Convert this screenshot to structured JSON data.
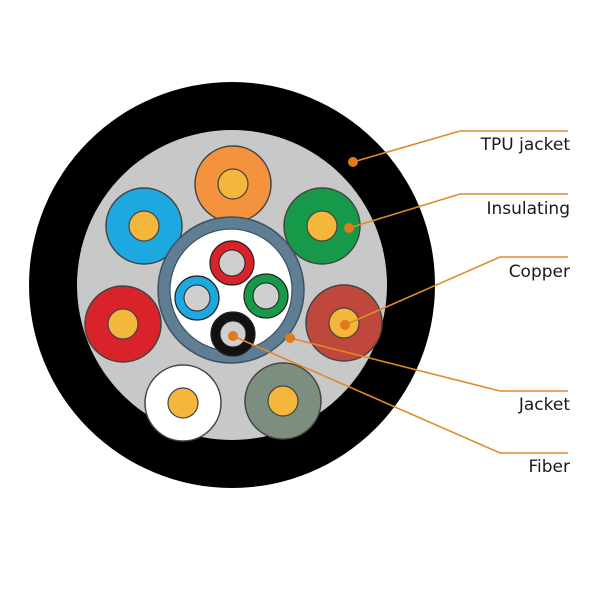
{
  "diagram": {
    "labels": {
      "tpu_jacket": "TPU jacket",
      "insulating": "Insulating",
      "copper": "Copper",
      "jacket": "Jacket",
      "fiber": "Fiber"
    },
    "colors": {
      "outer_jacket": "#000000",
      "filler": "#c8c8c8",
      "inner_jacket": "#5f7d93",
      "fiber_zone": "#ffffff",
      "copper": "#f5b73b",
      "callout_line": "#e08a2a",
      "callout_dot": "#e07a1a",
      "fiber_core": "#cfcfcf"
    },
    "conductors": [
      {
        "name": "orange",
        "color": "#f5923e"
      },
      {
        "name": "green",
        "color": "#17994a"
      },
      {
        "name": "brown-red",
        "color": "#c0473c"
      },
      {
        "name": "gray",
        "color": "#7c8f7f"
      },
      {
        "name": "white",
        "color": "#ffffff"
      },
      {
        "name": "red",
        "color": "#d8232a"
      },
      {
        "name": "blue",
        "color": "#1da8e0"
      }
    ],
    "fibers": [
      {
        "name": "red",
        "color": "#d8232a"
      },
      {
        "name": "blue",
        "color": "#1da8e0"
      },
      {
        "name": "green",
        "color": "#17994a"
      },
      {
        "name": "black",
        "color": "#111111"
      }
    ]
  }
}
